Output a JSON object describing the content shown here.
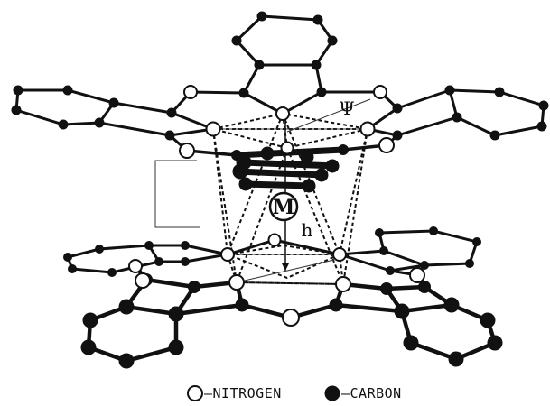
{
  "labels": {
    "metal": "M",
    "angle": "Ψ",
    "height": "h"
  },
  "legend": {
    "nitrogen": "—NITROGEN",
    "carbon": "—CARBON"
  },
  "colors": {
    "ink": "#111111",
    "background": "#ffffff"
  }
}
